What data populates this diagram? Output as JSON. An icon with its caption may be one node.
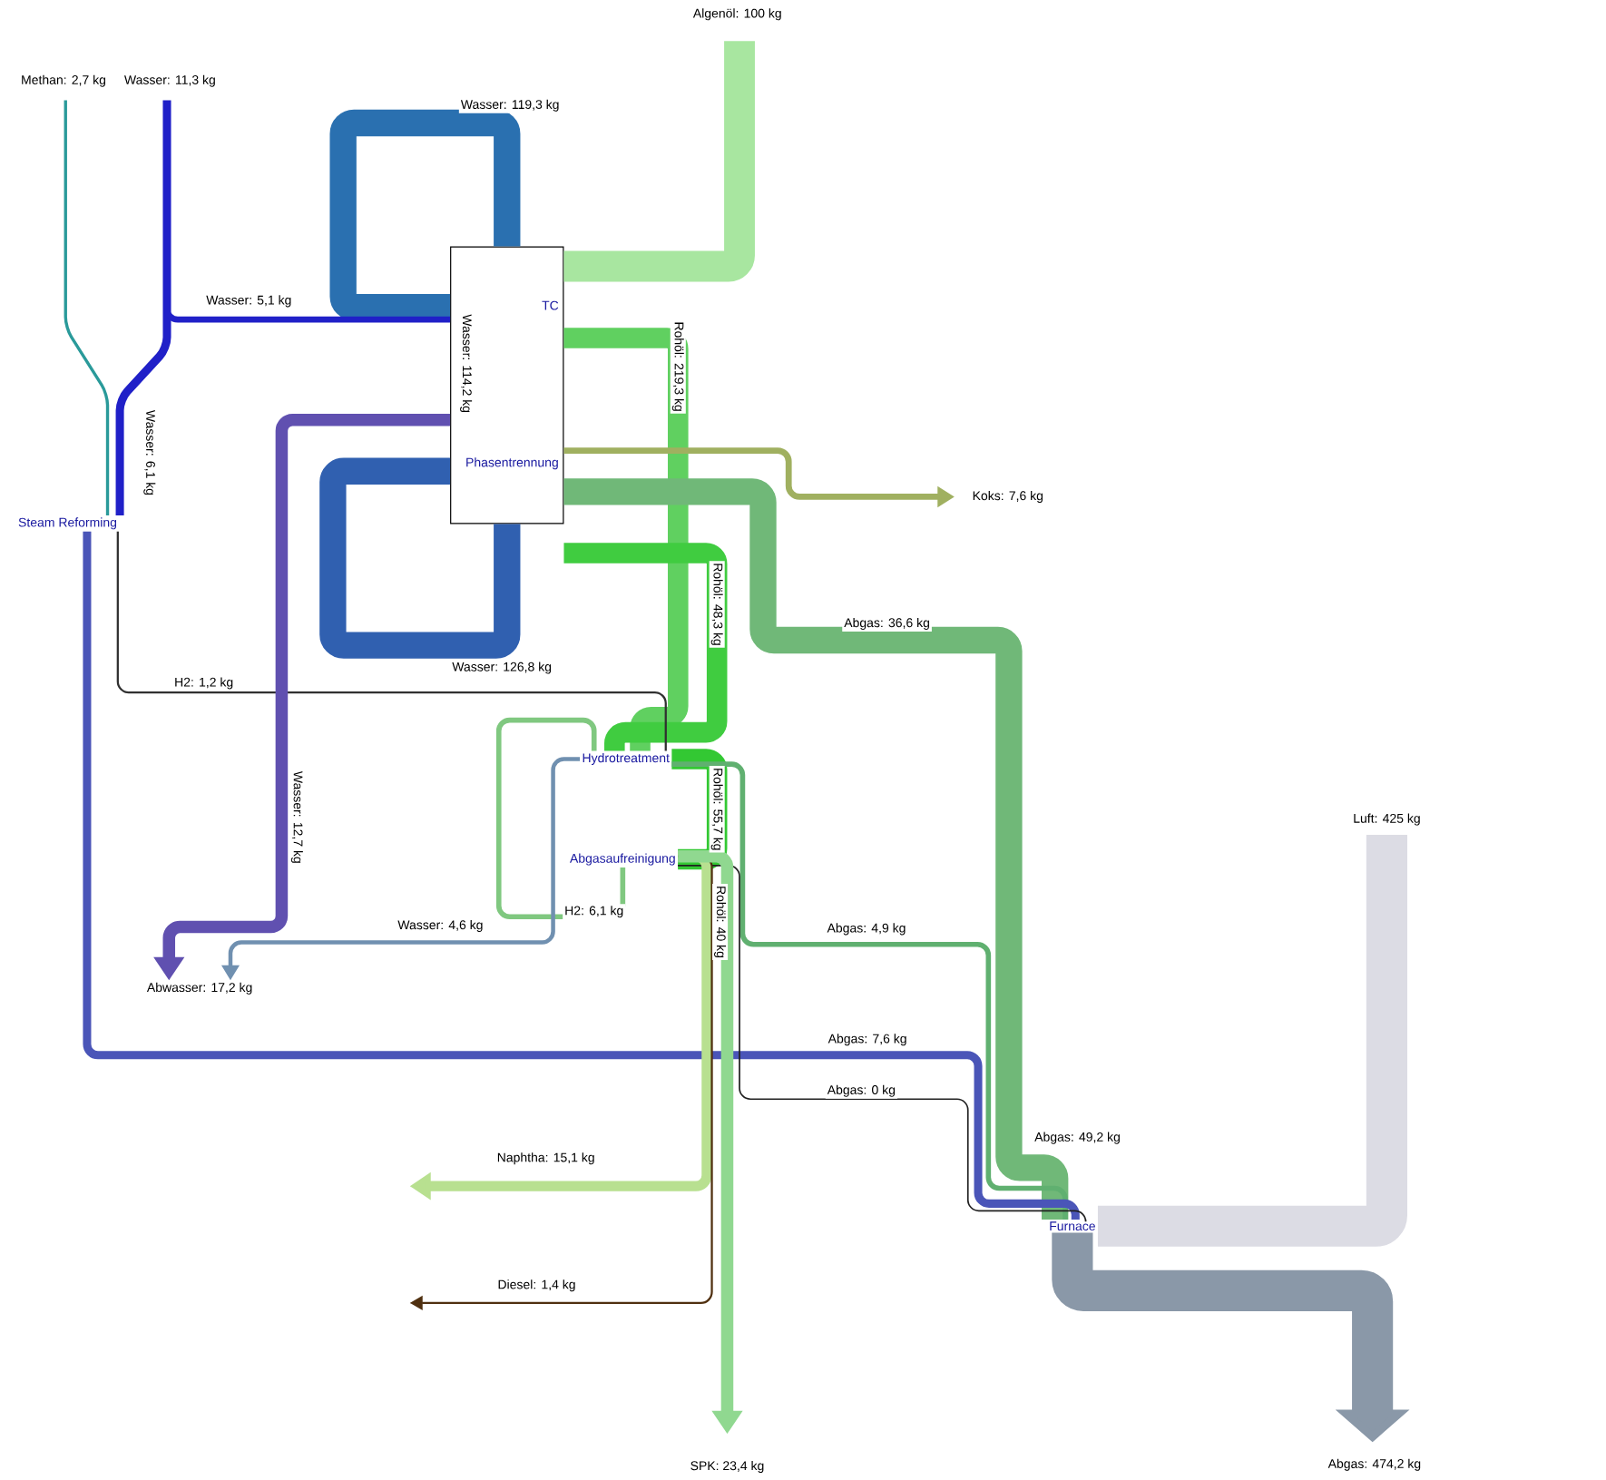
{
  "diagram": {
    "nodes": [
      {
        "text": [
          "TC",
          "Phasentrennung"
        ]
      },
      {
        "text": [
          "Steam Reforming"
        ]
      },
      {
        "text": [
          "Hydrotreatment"
        ]
      },
      {
        "text": [
          "Abgasaufreinigung"
        ]
      },
      {
        "text": [
          "Abwasser: 17,2 kg"
        ]
      },
      {
        "text": [
          "Furnace"
        ]
      }
    ],
    "edges": [
      {
        "from": null,
        "to": 0,
        "arrow": "none",
        "label": "Algenöl: 100 kg",
        "color": "#a8e6a0",
        "style": "thick"
      },
      {
        "from": null,
        "to": 1,
        "arrow": "none",
        "label": "Methan: 2,7 kg",
        "color": "#2a9a9a"
      },
      {
        "from": null,
        "to": 1,
        "arrow": "none",
        "label": "Wasser: 11,3 kg",
        "color": "#2020c8"
      },
      {
        "from": 0,
        "to": 0,
        "arrow": "none",
        "label": "Wasser: 119,3 kg",
        "color": "#2a70b0",
        "style": "thick"
      },
      {
        "from": null,
        "to": 0,
        "arrow": "none",
        "label": "Wasser: 5,1 kg",
        "color": "#2020c8"
      },
      {
        "from": 0,
        "to": 2,
        "arrow": "none",
        "label": "Rohöl: 219,3 kg",
        "color": "#60d060",
        "style": "thick"
      },
      {
        "from": 0,
        "to": null,
        "arrow": "to",
        "label": "Koks: 7,6 kg",
        "color": "#a0b060"
      },
      {
        "from": 0,
        "to": 2,
        "arrow": "none",
        "label": "Rohöl: 48,3 kg",
        "color": "#40cc40",
        "style": "thick"
      },
      {
        "from": 0,
        "to": 5,
        "arrow": "none",
        "label": "Abgas: 36,6 kg",
        "color": "#70b878",
        "style": "thick"
      },
      {
        "from": 0,
        "to": 0,
        "arrow": "none",
        "label": "Wasser: 126,8 kg",
        "color": "#3060b0",
        "style": "thick"
      },
      {
        "from": 1,
        "to": 2,
        "arrow": "none",
        "label": "H2: 1,2 kg",
        "color": "#303030"
      },
      {
        "from": 2,
        "to": 3,
        "arrow": "none",
        "label": "Rohöl: 55,7 kg",
        "color": "#33c833",
        "style": "thick"
      },
      {
        "from": 0,
        "to": 4,
        "arrow": "to",
        "label": "Wasser: 12,7 kg",
        "color": "#6050b0"
      },
      {
        "from": 3,
        "to": 2,
        "arrow": "none",
        "label": "H2: 6,1 kg",
        "color": "#80c880"
      },
      {
        "from": 2,
        "to": 5,
        "arrow": "none",
        "label": "Abgas: 4,9 kg",
        "color": "#60b070"
      },
      {
        "from": 2,
        "to": 4,
        "arrow": "to",
        "label": "Wasser: 4,6 kg",
        "color": "#7090b0"
      },
      {
        "from": 1,
        "to": 5,
        "arrow": "none",
        "label": "Abgas: 7,6 kg",
        "color": "#4a55b8"
      },
      {
        "from": 3,
        "to": 5,
        "arrow": "none",
        "label": "Abgas: 0 kg",
        "color": "#202020"
      },
      {
        "from": 3,
        "to": null,
        "arrow": "to",
        "label": "Naphtha: 15,1 kg",
        "color": "#b8e090"
      },
      {
        "from": 3,
        "to": null,
        "arrow": "to",
        "label": "Diesel: 1,4 kg",
        "color": "#503010"
      },
      {
        "from": 3,
        "to": null,
        "arrow": "to",
        "label": "SPK: 23,4 kg",
        "color": "#90d890"
      },
      {
        "from": null,
        "to": 5,
        "arrow": "none",
        "label": "Luft: 425 kg",
        "color": "#dcdce4",
        "style": "thick"
      },
      {
        "from": 5,
        "to": null,
        "arrow": "to",
        "label": "Abgas: 474,2 kg",
        "color": "#8a98a8",
        "style": "thick"
      }
    ],
    "labels": [
      "Wasser: 114,2 kg",
      "Wasser: 6,1 kg",
      "Rohöl: 40 kg",
      "Abgas: 49,2 kg"
    ]
  }
}
